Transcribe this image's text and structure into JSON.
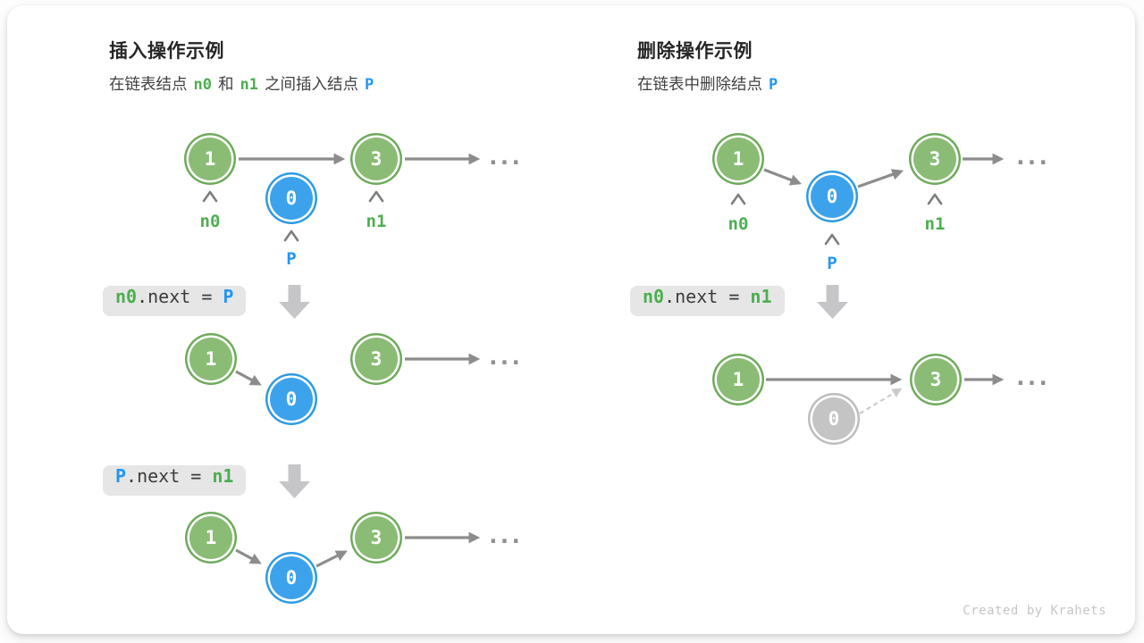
{
  "colors": {
    "node_green_fill": "#8BBC76",
    "node_green_stroke": "#6FAA5C",
    "node_blue_fill": "#3DA2EC",
    "node_blue_stroke": "#2E9AE3",
    "node_gray_fill": "#C4C4C4",
    "node_gray_stroke": "#BDBDBD",
    "code_green": "#4CAF50",
    "code_blue": "#2196F3",
    "arrow_gray": "#8C8C8C",
    "dashed_arrow_gray": "#CBCBCB",
    "codebox_bg": "#E6E6E7",
    "down_arrow_gray": "#C6C6C8"
  },
  "left": {
    "title": "插入操作示例",
    "subtitle": {
      "t1": "在链表结点",
      "c1": "n0",
      "t2": "和",
      "c2": "n1",
      "t3": "之间插入结点",
      "c3": "P"
    },
    "code1": {
      "a": "n0",
      "b": ".next = ",
      "c": "P"
    },
    "code2": {
      "a": "P",
      "b": ".next = ",
      "c": "n1"
    },
    "fig1": {
      "node1": "1",
      "node0": "0",
      "node3": "3",
      "label_n0": "n0",
      "label_n1": "n1",
      "label_p": "P",
      "ellipsis": "..."
    },
    "fig2": {
      "node1": "1",
      "node0": "0",
      "node3": "3",
      "ellipsis": "..."
    },
    "fig3": {
      "node1": "1",
      "node0": "0",
      "node3": "3",
      "ellipsis": "..."
    }
  },
  "right": {
    "title": "删除操作示例",
    "subtitle": {
      "t1": "在链表中删除结点",
      "c1": "P"
    },
    "code1": {
      "a": "n0",
      "b": ".next = ",
      "c": "n1"
    },
    "fig1": {
      "node1": "1",
      "node0": "0",
      "node3": "3",
      "label_n0": "n0",
      "label_n1": "n1",
      "label_p": "P",
      "ellipsis": "..."
    },
    "fig2": {
      "node1": "1",
      "node0": "0",
      "node3": "3",
      "ellipsis": "..."
    }
  },
  "footer": "Created by Krahets"
}
